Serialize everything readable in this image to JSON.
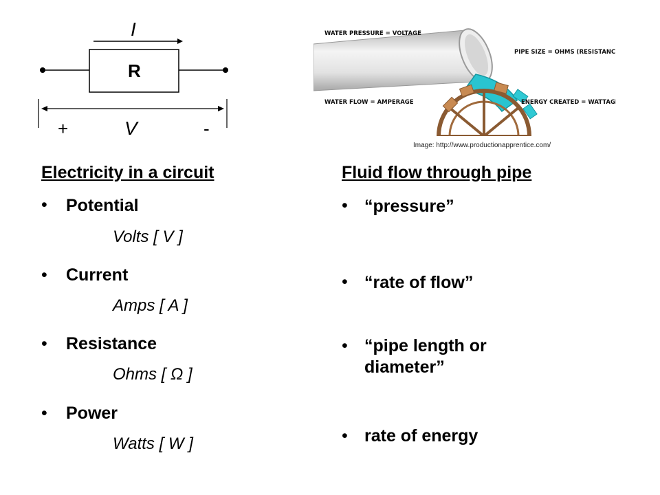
{
  "circuit": {
    "current_label": "I",
    "resistor_label": "R",
    "plus_label": "+",
    "voltage_label": "V",
    "minus_label": "-"
  },
  "illustration": {
    "callouts": {
      "water_pressure": "WATER PRESSURE = VOLTAGE",
      "pipe_size": "PIPE SIZE = OHMS (RESISTANCE)",
      "water_flow": "WATER FLOW = AMPERAGE",
      "energy_created": "ENERGY CREATED = WATTAGE"
    },
    "caption": "Image: http://www.productionapprentice.com/"
  },
  "left_column": {
    "heading": "Electricity in a circuit",
    "items": [
      {
        "label": "Potential",
        "unit": "Volts [ V ]"
      },
      {
        "label": "Current",
        "unit": "Amps [ A ]"
      },
      {
        "label": "Resistance",
        "unit": "Ohms [ Ω ]"
      },
      {
        "label": "Power",
        "unit": "Watts [ W ]"
      }
    ]
  },
  "right_column": {
    "heading": "Fluid flow through pipe",
    "items": [
      {
        "label": "“pressure”"
      },
      {
        "label": "“rate of flow”"
      },
      {
        "label": "“pipe length or\ndiameter”"
      },
      {
        "label": "rate of energy"
      }
    ]
  },
  "bullet_glyph": "•"
}
